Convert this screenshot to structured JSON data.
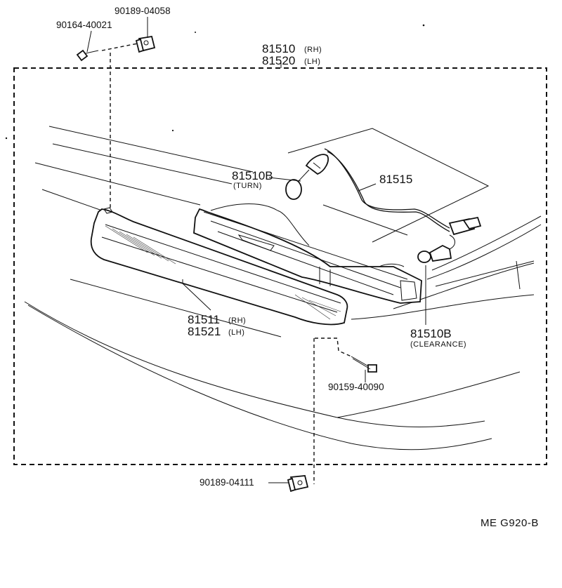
{
  "callouts": {
    "lamp_assy_rh": "81510",
    "lamp_assy_rh_side": "(RH)",
    "lamp_assy_lh": "81520",
    "lamp_assy_lh_side": "(LH)",
    "bracket_top": "90189-04058",
    "screw_top": "90164-40021",
    "bulb_turn": "81510B",
    "bulb_turn_sub": "(TURN)",
    "wire_harness": "81515",
    "lens_rh": "81511",
    "lens_rh_side": "(RH)",
    "lens_lh": "81521",
    "lens_lh_side": "(LH)",
    "bulb_clearance": "81510B",
    "bulb_clearance_sub": "(CLEARANCE)",
    "screw_bottom": "90159-40090",
    "clip_bottom": "90189-04111"
  },
  "reference_code": "ME  G920-B"
}
